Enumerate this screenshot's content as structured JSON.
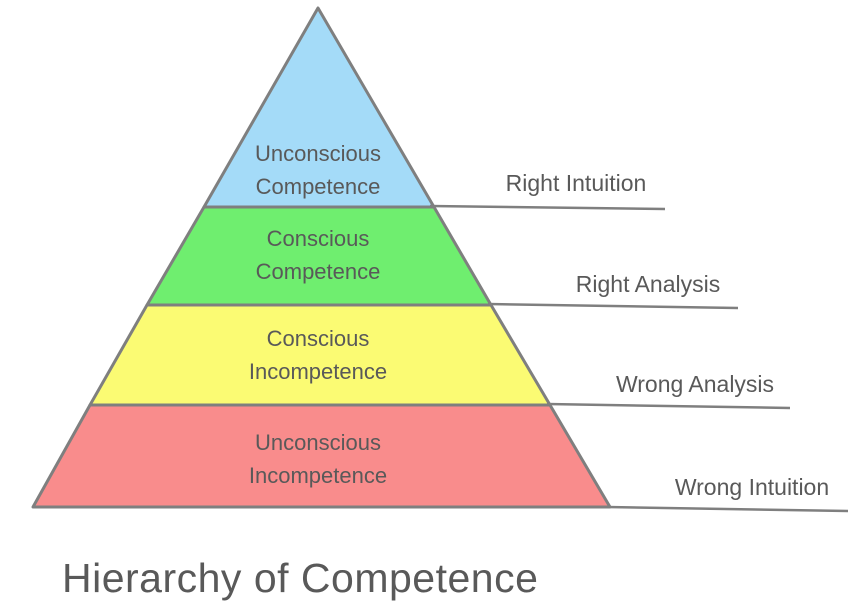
{
  "title": "Hierarchy of Competence",
  "pyramid": {
    "outline_color": "#7F7F7F",
    "text_color": "#595959",
    "levels": [
      {
        "line1": "Unconscious",
        "line2": "Competence",
        "color": "#A4DBF8",
        "callout": "Right Intuition"
      },
      {
        "line1": "Conscious",
        "line2": "Competence",
        "color": "#6FEE6F",
        "callout": "Right Analysis"
      },
      {
        "line1": "Conscious",
        "line2": "Incompetence",
        "color": "#FBFB73",
        "callout": "Wrong Analysis"
      },
      {
        "line1": "Unconscious",
        "line2": "Incompetence",
        "color": "#F98C8C",
        "callout": "Wrong Intuition"
      }
    ]
  }
}
